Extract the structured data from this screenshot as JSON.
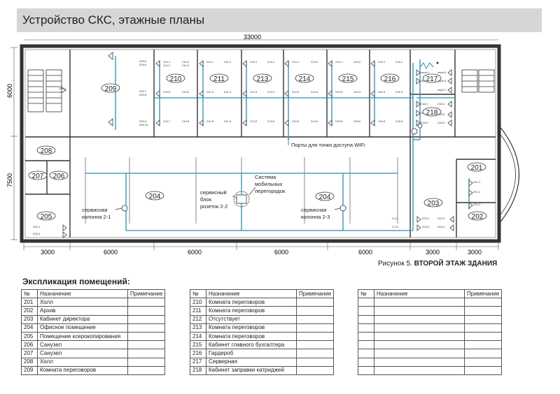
{
  "page_title": "Устройство СКС, этажные планы",
  "dimensions": {
    "total_width": "33000",
    "left_height_top": "6000",
    "left_height_bottom": "7500",
    "bottom": [
      "3000",
      "6000",
      "6000",
      "6000",
      "6000",
      "3000",
      "3000"
    ]
  },
  "rooms": [
    "201",
    "202",
    "203",
    "204",
    "204",
    "205",
    "206",
    "207",
    "208",
    "209",
    "210",
    "211",
    "213",
    "214",
    "215",
    "216",
    "217",
    "218"
  ],
  "callouts": {
    "wifi": "Порты для точки доступа WiFi",
    "col1_a": "сервисная",
    "col1_b": "колонна 2-1",
    "col3_a": "сервисная",
    "col3_b": "колонна 2-3",
    "block_a": "сервисный",
    "block_b": "блок",
    "block_c": "розеток 2-2",
    "system_a": "Система",
    "system_b": "мобильных",
    "system_c": "перегородок"
  },
  "figure_caption": {
    "prefix": "Рисунок 5.",
    "title": "ВТОРОЙ ЭТАЖ ЗДАНИЯ"
  },
  "explication": {
    "title": "Экспликация помещений:",
    "headers": [
      "№",
      "Назначение",
      "Примечание"
    ],
    "table1": [
      [
        "201",
        "Холл"
      ],
      [
        "202",
        "Архив"
      ],
      [
        "203",
        "Кабинет директора"
      ],
      [
        "204",
        "Офисное помещение"
      ],
      [
        "205",
        "Помещение ксерокопирования"
      ],
      [
        "206",
        "Санузел"
      ],
      [
        "207",
        "Санузел"
      ],
      [
        "208",
        "Холл"
      ],
      [
        "209",
        "Комната переговоров"
      ]
    ],
    "table2": [
      [
        "210",
        "Комната переговоров"
      ],
      [
        "211",
        "Комната переговоров"
      ],
      [
        "212",
        "Отсутствует"
      ],
      [
        "213",
        "Комната переговоров"
      ],
      [
        "214",
        "Комната переговоров"
      ],
      [
        "215",
        "Кабинет главного бухгалтера"
      ],
      [
        "216",
        "Гардероб"
      ],
      [
        "217",
        "Серверная"
      ],
      [
        "218",
        "Кабинет заправки катриджей"
      ]
    ]
  }
}
